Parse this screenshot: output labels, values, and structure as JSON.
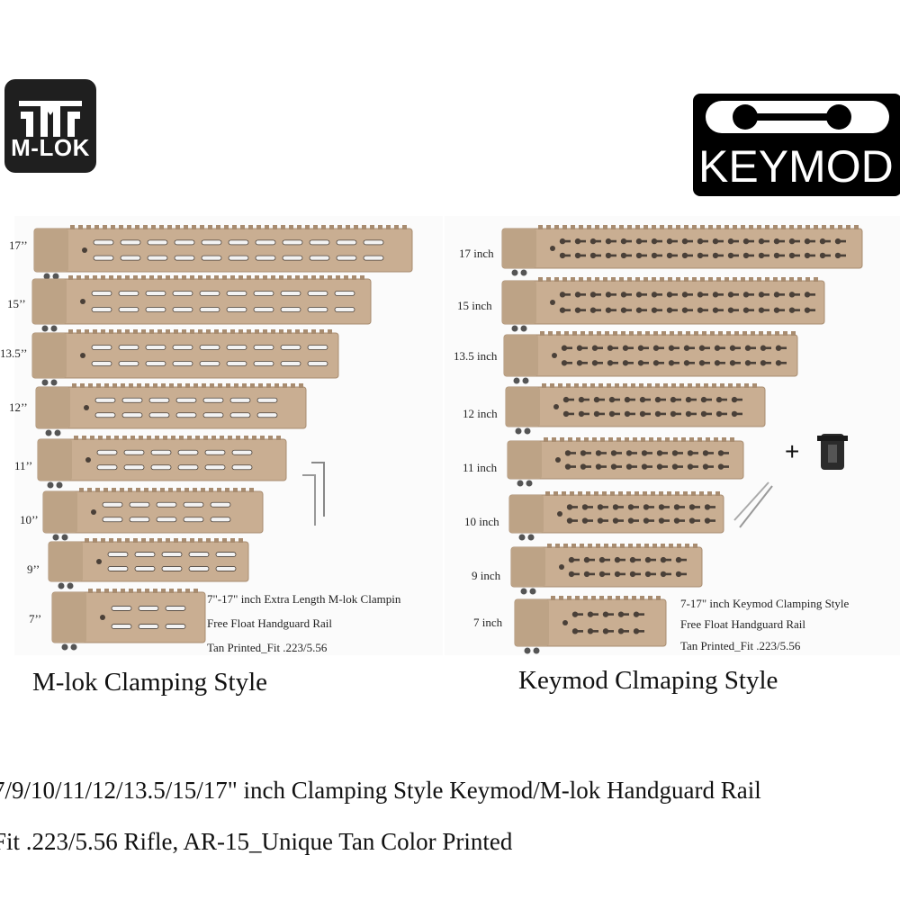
{
  "logos": {
    "mlok": "M-LOK",
    "keymod": "KEYMOD"
  },
  "mlok_panel": {
    "lengths": [
      "17’’",
      "15’’",
      "13.5’’",
      "12’’",
      "11’’",
      "10’’",
      "9’’",
      "7’’"
    ],
    "desc": [
      "7\"-17\" inch Extra Length M-lok Clampin",
      "Free Float Handguard Rail",
      "Tan Printed_Fit .223/5.56"
    ],
    "caption": "M-lok Clamping Style"
  },
  "keymod_panel": {
    "lengths": [
      "17 inch",
      "15 inch",
      "13.5 inch",
      "12 inch",
      "11 inch",
      "10 inch",
      "9 inch",
      "7 inch"
    ],
    "desc": [
      "7-17\" inch Keymod Clamping Style",
      "Free Float Handguard Rail",
      "Tan Printed_Fit .223/5.56"
    ],
    "plus": "+",
    "caption": "Keymod Clmaping Style"
  },
  "title": {
    "line1": "7/9/10/11/12/13.5/15/17\" inch Clamping Style Keymod/M-lok Handguard Rail",
    "line2": "Fit .223/5.56 Rifle, AR-15_Unique Tan Color Printed"
  },
  "colors": {
    "tan": "#c9ae92",
    "tan_dark": "#a88c70",
    "slot": "#4a4038"
  }
}
